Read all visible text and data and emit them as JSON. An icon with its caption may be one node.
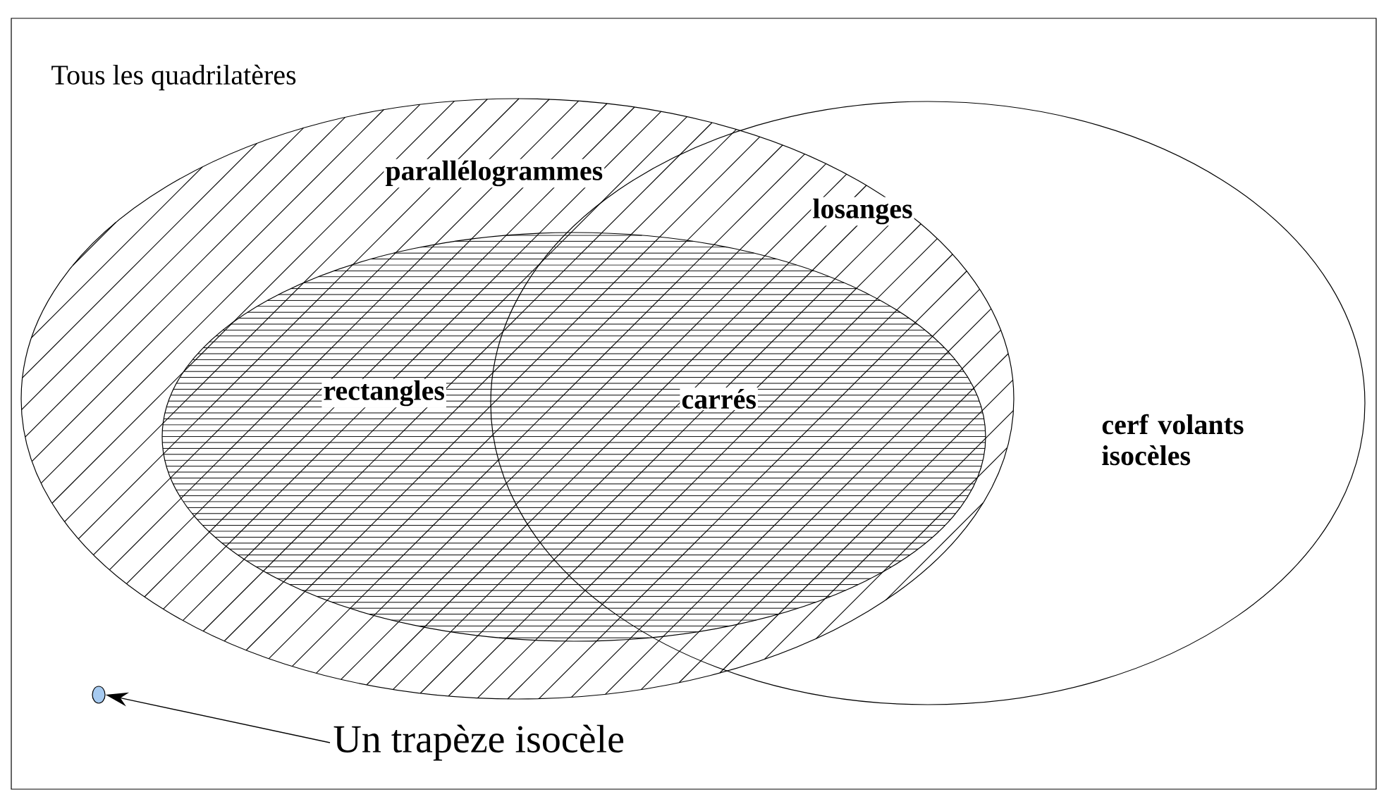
{
  "diagram": {
    "nodes": [
      {
        "text": [
          "Tous les quadrilatères"
        ]
      },
      {
        "text": [
          "parallélogrammes"
        ],
        "in": 0
      },
      {
        "text": [
          "cerf volants isocèles"
        ],
        "in": 0
      },
      {
        "text": [
          "rectangles"
        ],
        "in": 1
      },
      {
        "text": [],
        "shape": "circle",
        "in": 0
      },
      {
        "text": [
          "Un trapèze isocèle"
        ],
        "in": 0
      }
    ],
    "edges": [
      {
        "from": 5,
        "to": 4,
        "arrow": "to"
      }
    ],
    "labels": [
      "losanges",
      "carrés"
    ]
  }
}
